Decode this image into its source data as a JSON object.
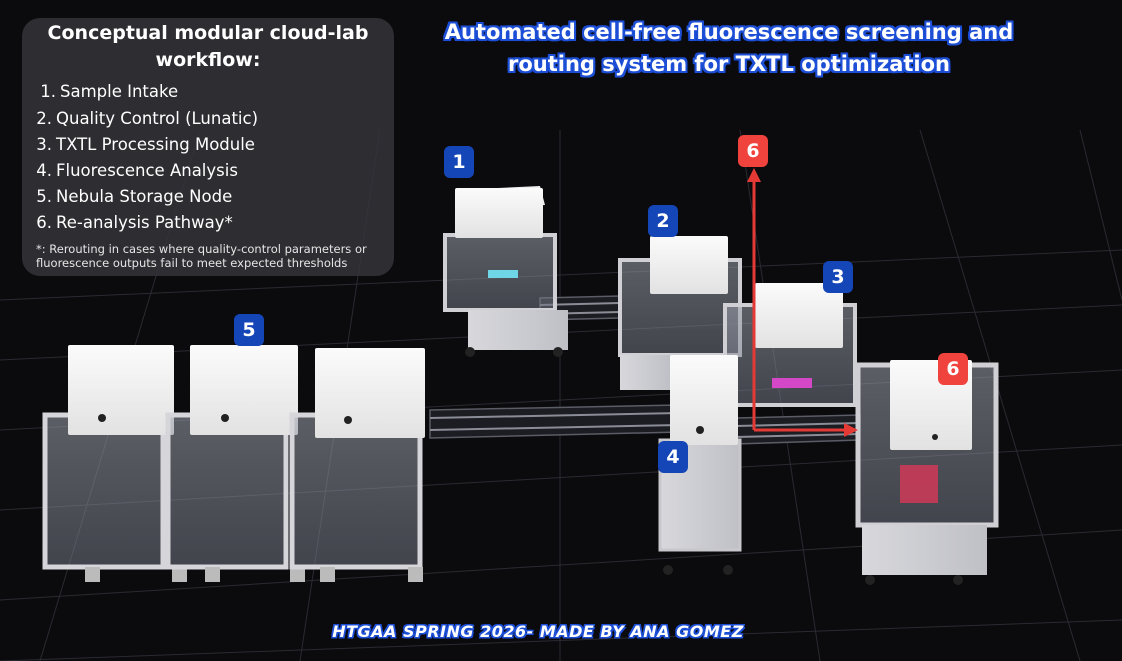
{
  "workflow_panel": {
    "title": "Conceptual modular cloud-lab workflow:",
    "steps": [
      {
        "num": "1.",
        "label": "Sample Intake"
      },
      {
        "num": "2.",
        "label": "Quality Control (Lunatic)"
      },
      {
        "num": "3.",
        "label": "TXTL Processing Module"
      },
      {
        "num": "4.",
        "label": "Fluorescence Analysis"
      },
      {
        "num": "5.",
        "label": "Nebula Storage Node"
      },
      {
        "num": "6.",
        "label": "Re-analysis Pathway*"
      }
    ],
    "footnote": "*: Rerouting in cases where quality-control parameters or fluorescence outputs fail to meet expected thresholds"
  },
  "title": "Automated cell-free fluorescence screening and routing system for TXTL optimization",
  "credit": "HTGAA SPRING 2026- MADE BY ANA GOMEZ",
  "badges": {
    "intake": "1",
    "qc": "2",
    "txtl": "3",
    "fluorescence": "4",
    "storage": "5",
    "reanalysis_top": "6",
    "reanalysis_right": "6"
  },
  "colors": {
    "background": "#0b0b0e",
    "badge_blue": "#1546b8",
    "badge_red": "#f0433d",
    "arrow_red": "#e53935",
    "title_outline": "#1d4fd6"
  }
}
